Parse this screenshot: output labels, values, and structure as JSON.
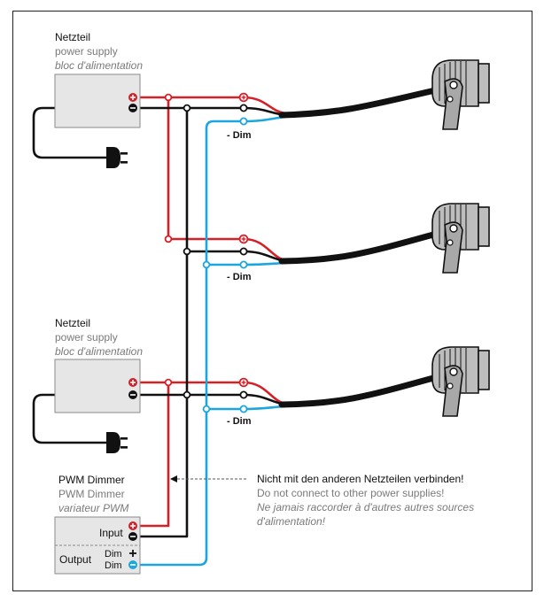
{
  "colors": {
    "positive": "#d42027",
    "negative": "#111111",
    "dim": "#1ba6dd",
    "box_fill": "#e6e6e6",
    "box_stroke": "#8a8a8a",
    "lamp_body": "#bdbdbd",
    "frame": "#222222"
  },
  "power_supplies": [
    {
      "name_de": "Netzteil",
      "name_en": "power supply",
      "name_fr": "bloc d'alimentation"
    },
    {
      "name_de": "Netzteil",
      "name_en": "power supply",
      "name_fr": "bloc d'alimentation"
    }
  ],
  "lamps": [
    {
      "dim_label": "- Dim"
    },
    {
      "dim_label": "- Dim"
    },
    {
      "dim_label": "- Dim"
    }
  ],
  "dimmer": {
    "name_de": "PWM Dimmer",
    "name_en": "PWM Dimmer",
    "name_fr": "variateur PWM",
    "input_label": "Input",
    "output_label": "Output",
    "dim_plus_label": "Dim",
    "dim_minus_label": "Dim"
  },
  "note": {
    "line_de": "Nicht mit den anderen Netzteilen verbinden!",
    "line_en": "Do not connect to other power supplies!",
    "line_fr_1": "Ne jamais raccorder à d'autres autres sources",
    "line_fr_2": "d'alimentation!"
  },
  "icons": [
    "plug-icon",
    "plus-terminal-icon",
    "minus-terminal-icon",
    "spotlight-icon",
    "arrow-left-icon"
  ]
}
